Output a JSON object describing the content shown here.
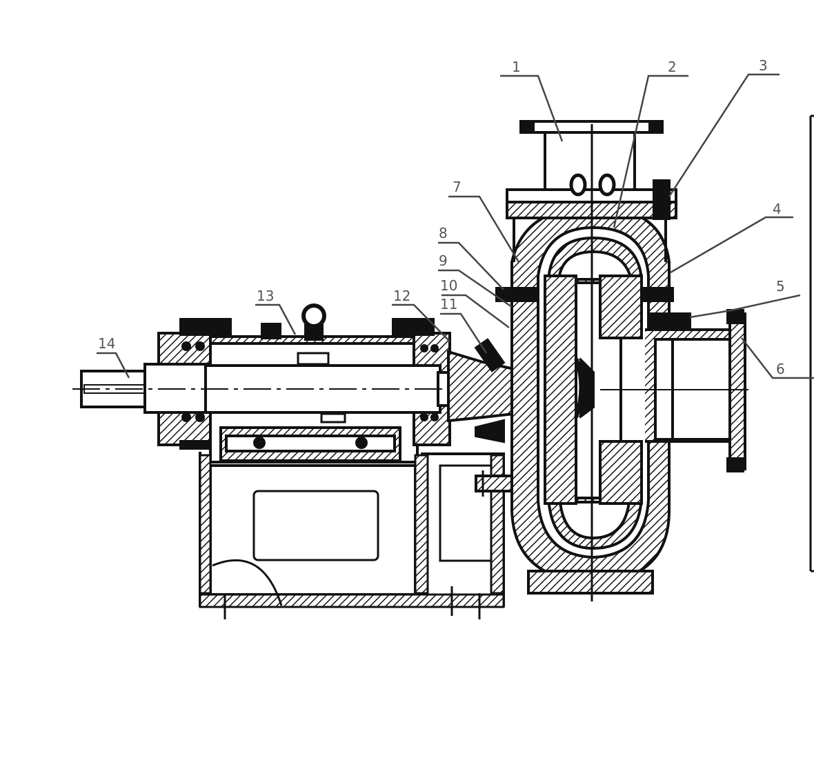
{
  "labels": {
    "l1": "1",
    "l2": "2",
    "l3": "3",
    "l4": "4",
    "l5": "5",
    "l6": "6",
    "l7": "7",
    "l8": "8",
    "l9": "9",
    "l10": "10",
    "l11": "11",
    "l12": "12",
    "l13": "13",
    "l14": "14"
  },
  "colors": {
    "ink": "#111111",
    "label": "#555555",
    "background": "#ffffff"
  }
}
